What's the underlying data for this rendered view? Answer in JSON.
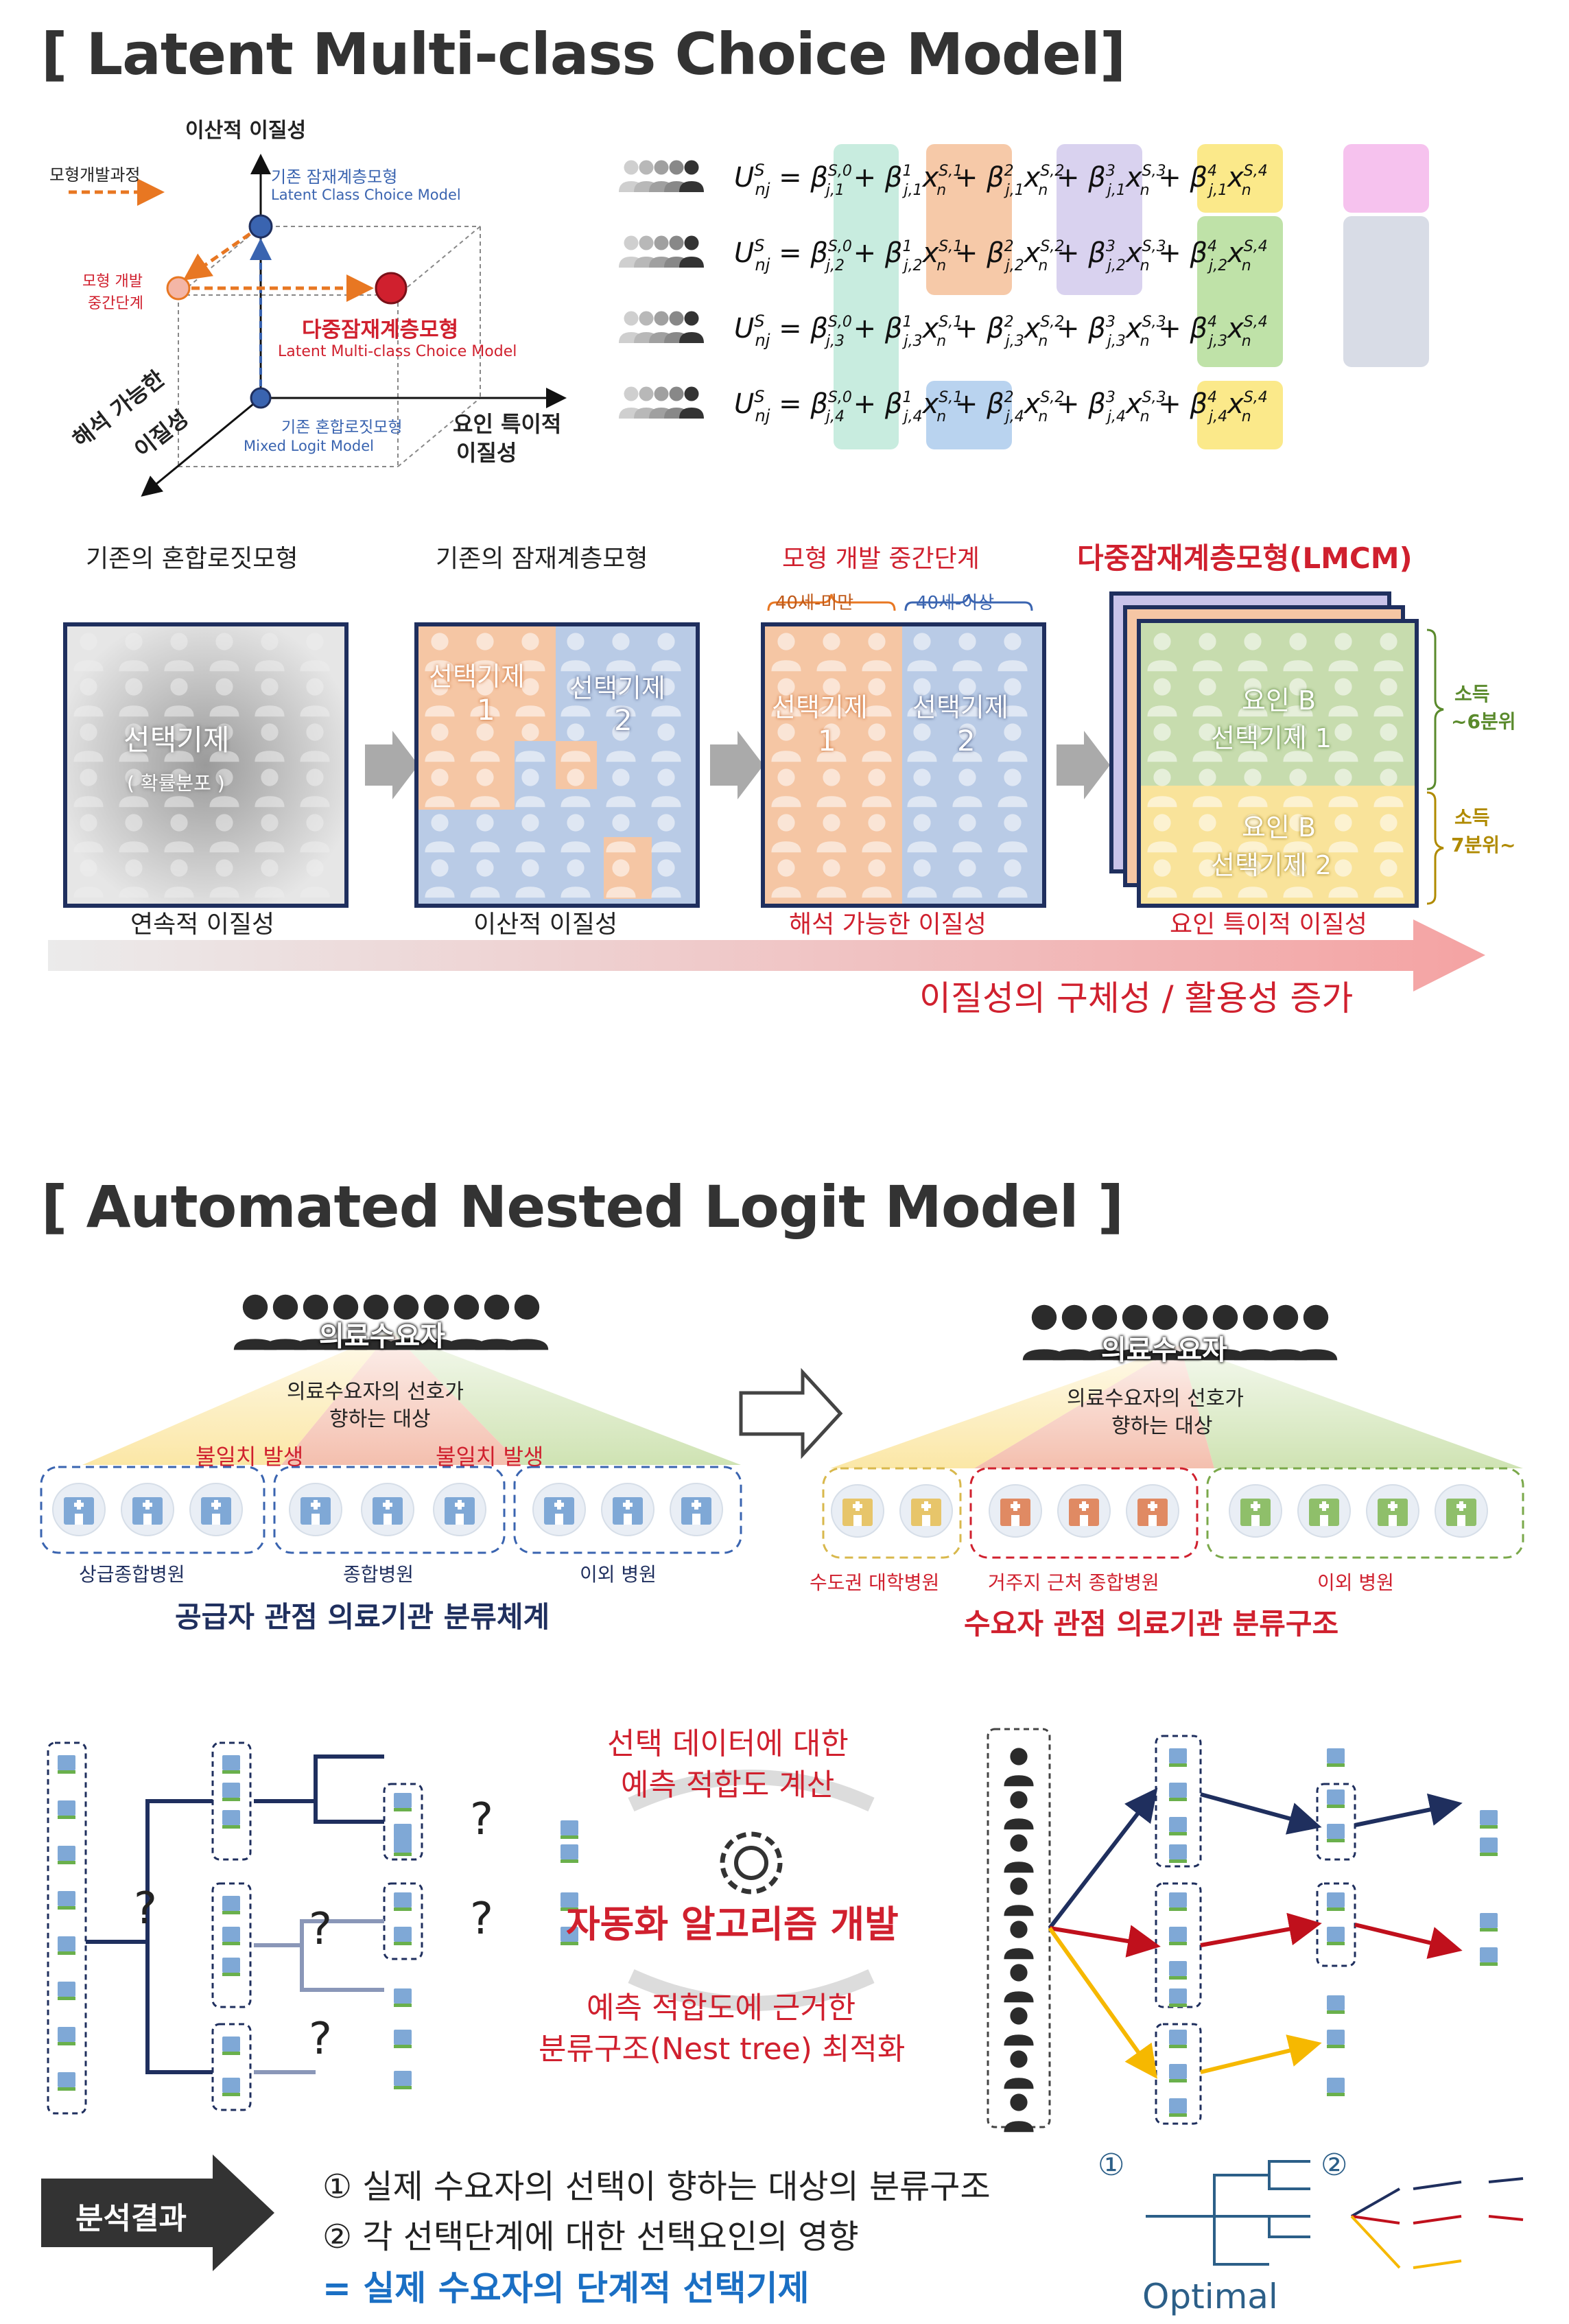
{
  "section1": {
    "title": "[ Latent Multi-class Choice Model]",
    "cube": {
      "top_label": "이산적 이질성",
      "process_label": "모형개발과정",
      "lcm_kr": "기존 잠재계층모형",
      "lcm_en": "Latent Class Choice Model",
      "mid_kr_1": "모형 개발",
      "mid_kr_2": "중간단계",
      "lmcm_kr": "다중잠재계층모형",
      "lmcm_en": "Latent Multi-class Choice Model",
      "mixed_kr": "기존 혼합로짓모형",
      "mixed_en": "Mixed Logit Model",
      "left_axis_1": "해석 가능한",
      "left_axis_2": "이질성",
      "right_axis_1": "요인 특이적",
      "right_axis_2": "이질성"
    },
    "equation_rows": [
      "1",
      "2",
      "3",
      "4"
    ],
    "stages": [
      {
        "title": "기존의 혼합로짓모형",
        "bottom": "연속적 이질성",
        "center": "선택기제",
        "center_sub": "( 확률분포 )"
      },
      {
        "title": "기존의 잠재계층모형",
        "bottom": "이산적 이질성",
        "m1": "선택기제",
        "m1n": "1",
        "m2": "선택기제",
        "m2n": "2"
      },
      {
        "title": "모형 개발 중간단계",
        "bottom": "해석 가능한 이질성",
        "age1": "40세-미만",
        "age2": "40세-이상",
        "m1": "선택기제",
        "m1n": "1",
        "m2": "선택기제",
        "m2n": "2"
      },
      {
        "title": "다중잠재계층모형(LMCM)",
        "bottom": "요인 특이적 이질성",
        "f1": "요인 B",
        "f1b": "선택기제 1",
        "f2": "요인 B",
        "f2b": "선택기제 2",
        "inc1a": "소득",
        "inc1b": "~6분위",
        "inc2a": "소득",
        "inc2b": "7분위~"
      }
    ],
    "arrow_caption": "이질성의 구체성 / 활용성 증가"
  },
  "section2": {
    "title": "[ Automated Nested Logit Model ]",
    "left": {
      "crowd_label": "의료수요자",
      "pref_1": "의료수요자의 선호가",
      "pref_2": "향하는 대상",
      "mismatch_1": "불일치 발생",
      "mismatch_2": "불일치 발생",
      "groups": [
        "상급종합병원",
        "종합병원",
        "이외 병원"
      ],
      "caption": "공급자 관점 의료기관 분류체계"
    },
    "right": {
      "crowd_label": "의료수요자",
      "pref_1": "의료수요자의 선호가",
      "pref_2": "향하는 대상",
      "groups": [
        "수도권 대학병원",
        "거주지 근처 종합병원",
        "이외 병원"
      ],
      "caption": "수요자 관점 의료기관 분류구조"
    },
    "algo": {
      "top_1": "선택 데이터에 대한",
      "top_2": "예측 적합도 계산",
      "center": "자동화 알고리즘 개발",
      "bottom_1": "예측 적합도에 근거한",
      "bottom_2": "분류구조(Nest tree) 최적화",
      "question": "?"
    },
    "result": {
      "label": "분석결과",
      "line1": "① 실제 수요자의 선택이 향하는 대상의 분류구조",
      "line2": "② 각 선택단계에 대한 선택요인의 영향",
      "line3": "= 실제 수요자의 단계적 선택기제",
      "mark1": "①",
      "mark2": "②",
      "optimal": "Optimal"
    }
  },
  "colors": {
    "red": "#d0202e",
    "navy": "#1f2f5e",
    "orange": "#e87722",
    "blue": "#3a64b0",
    "green_dark": "#5a8a2c",
    "gold": "#b08a00"
  }
}
